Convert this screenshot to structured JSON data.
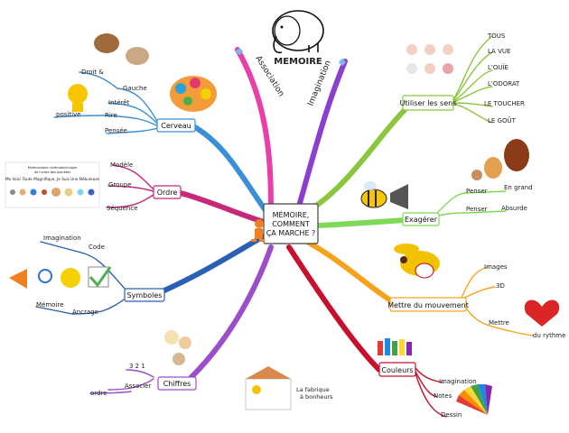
{
  "center": {
    "line1": "MÉMOIRE,",
    "line2": "COMMENT",
    "line3": "ÇA MARCHE ?"
  },
  "logo": {
    "text": "MEMOIRE"
  },
  "branches": {
    "association": "Association",
    "imagination": "Imagination",
    "sens": {
      "label": "Utiliser les sens",
      "items": [
        "TOUS",
        "LA VUE",
        "L'OUÏE",
        "L'ODORAT",
        "LE TOUCHER",
        "LE GOÛT"
      ]
    },
    "exagerer": {
      "label": "Exagérer",
      "items": [
        "Penser",
        "En grand",
        "Penser",
        "Absurde"
      ]
    },
    "mouvement": {
      "label": "Mettre du mouvement",
      "items": [
        "Images",
        "3D",
        "Mettre",
        "du rythme"
      ]
    },
    "couleurs": {
      "label": "Couleurs",
      "items": [
        "Imagination",
        "Notes",
        "Dessin"
      ]
    },
    "chiffres": {
      "label": "Chiffres",
      "items": [
        "3 2 1",
        "Associer",
        "ordre"
      ]
    },
    "symboles": {
      "label": "Symboles",
      "items": [
        "Imagination",
        "Code",
        "Mémoire",
        "Ancrage"
      ]
    },
    "ordre": {
      "label": "Ordre",
      "items": [
        "Modèle",
        "Groupe",
        "Séquence"
      ]
    },
    "cerveau": {
      "label": "Cerveau",
      "items": [
        "Droit &",
        "Gauche",
        "Intérêt",
        "Rire",
        "positive",
        "Pensée"
      ]
    }
  },
  "planets": {
    "title1": "Mnémonique mnémotechnique",
    "title2": "de l'ordre des planètes",
    "sentence": "Me Voici Toute Magnifique, Je Suis Une Nébuleuse"
  },
  "fabrique": {
    "line1": "La fabrique",
    "line2": "à bonheurs"
  },
  "colors": {
    "association": "#e83fa8",
    "imagination": "#8a3fd0",
    "sens": "#8cc63f",
    "exagerer": "#7ed957",
    "mouvement": "#f7a21b",
    "couleurs": "#c8102e",
    "chiffres": "#9b4dca",
    "symboles": "#2b5fb4",
    "ordre": "#c7287a",
    "cerveau": "#3a8fd6"
  }
}
